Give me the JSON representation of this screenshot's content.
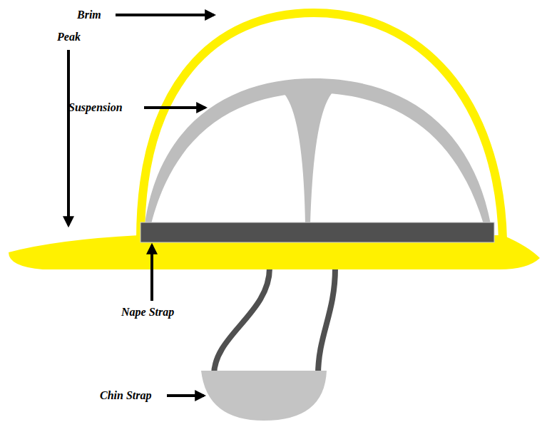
{
  "diagram": {
    "labels": [
      "Brim",
      "Suspension",
      "Peak",
      "Nape Strap",
      "Chin Strap"
    ]
  }
}
